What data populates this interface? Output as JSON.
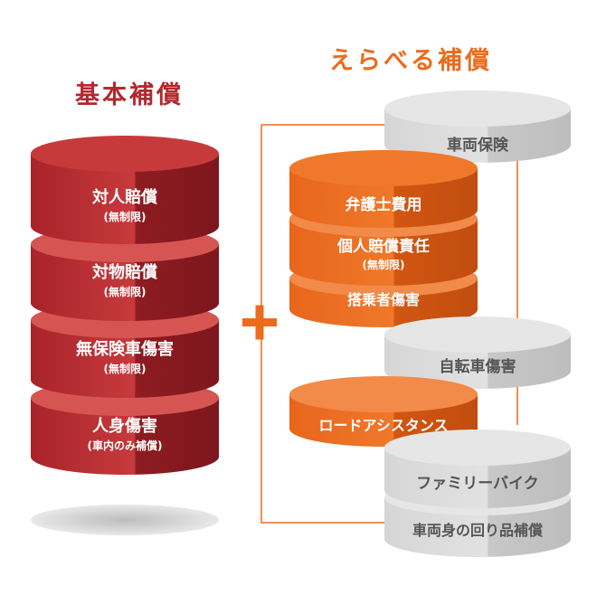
{
  "headings": {
    "basic": "基本補償",
    "optional": "えらべる補償"
  },
  "basic_stack": [
    {
      "label": "対人賠償",
      "sub": "(無制限)"
    },
    {
      "label": "対物賠償",
      "sub": "(無制限)"
    },
    {
      "label": "無保険車傷害",
      "sub": "(無制限)"
    },
    {
      "label": "人身傷害",
      "sub": "(車内のみ補償)"
    }
  ],
  "plus_symbol": "+",
  "optional_items": {
    "vehicle": "車両保険",
    "lawyer": "弁護士費用",
    "personal_liability": "個人賠償責任",
    "personal_liability_sub": "(無制限)",
    "passenger": "搭乗者傷害",
    "bicycle": "自転車傷害",
    "roadside": "ロードアシスタンス",
    "family_bike": "ファミリーバイク",
    "belongings": "車両身の回り品補償"
  },
  "colors": {
    "basic_red": "#b3282d",
    "optional_orange": "#ec6b1d",
    "unselected_gray": "#d9d9d9"
  }
}
